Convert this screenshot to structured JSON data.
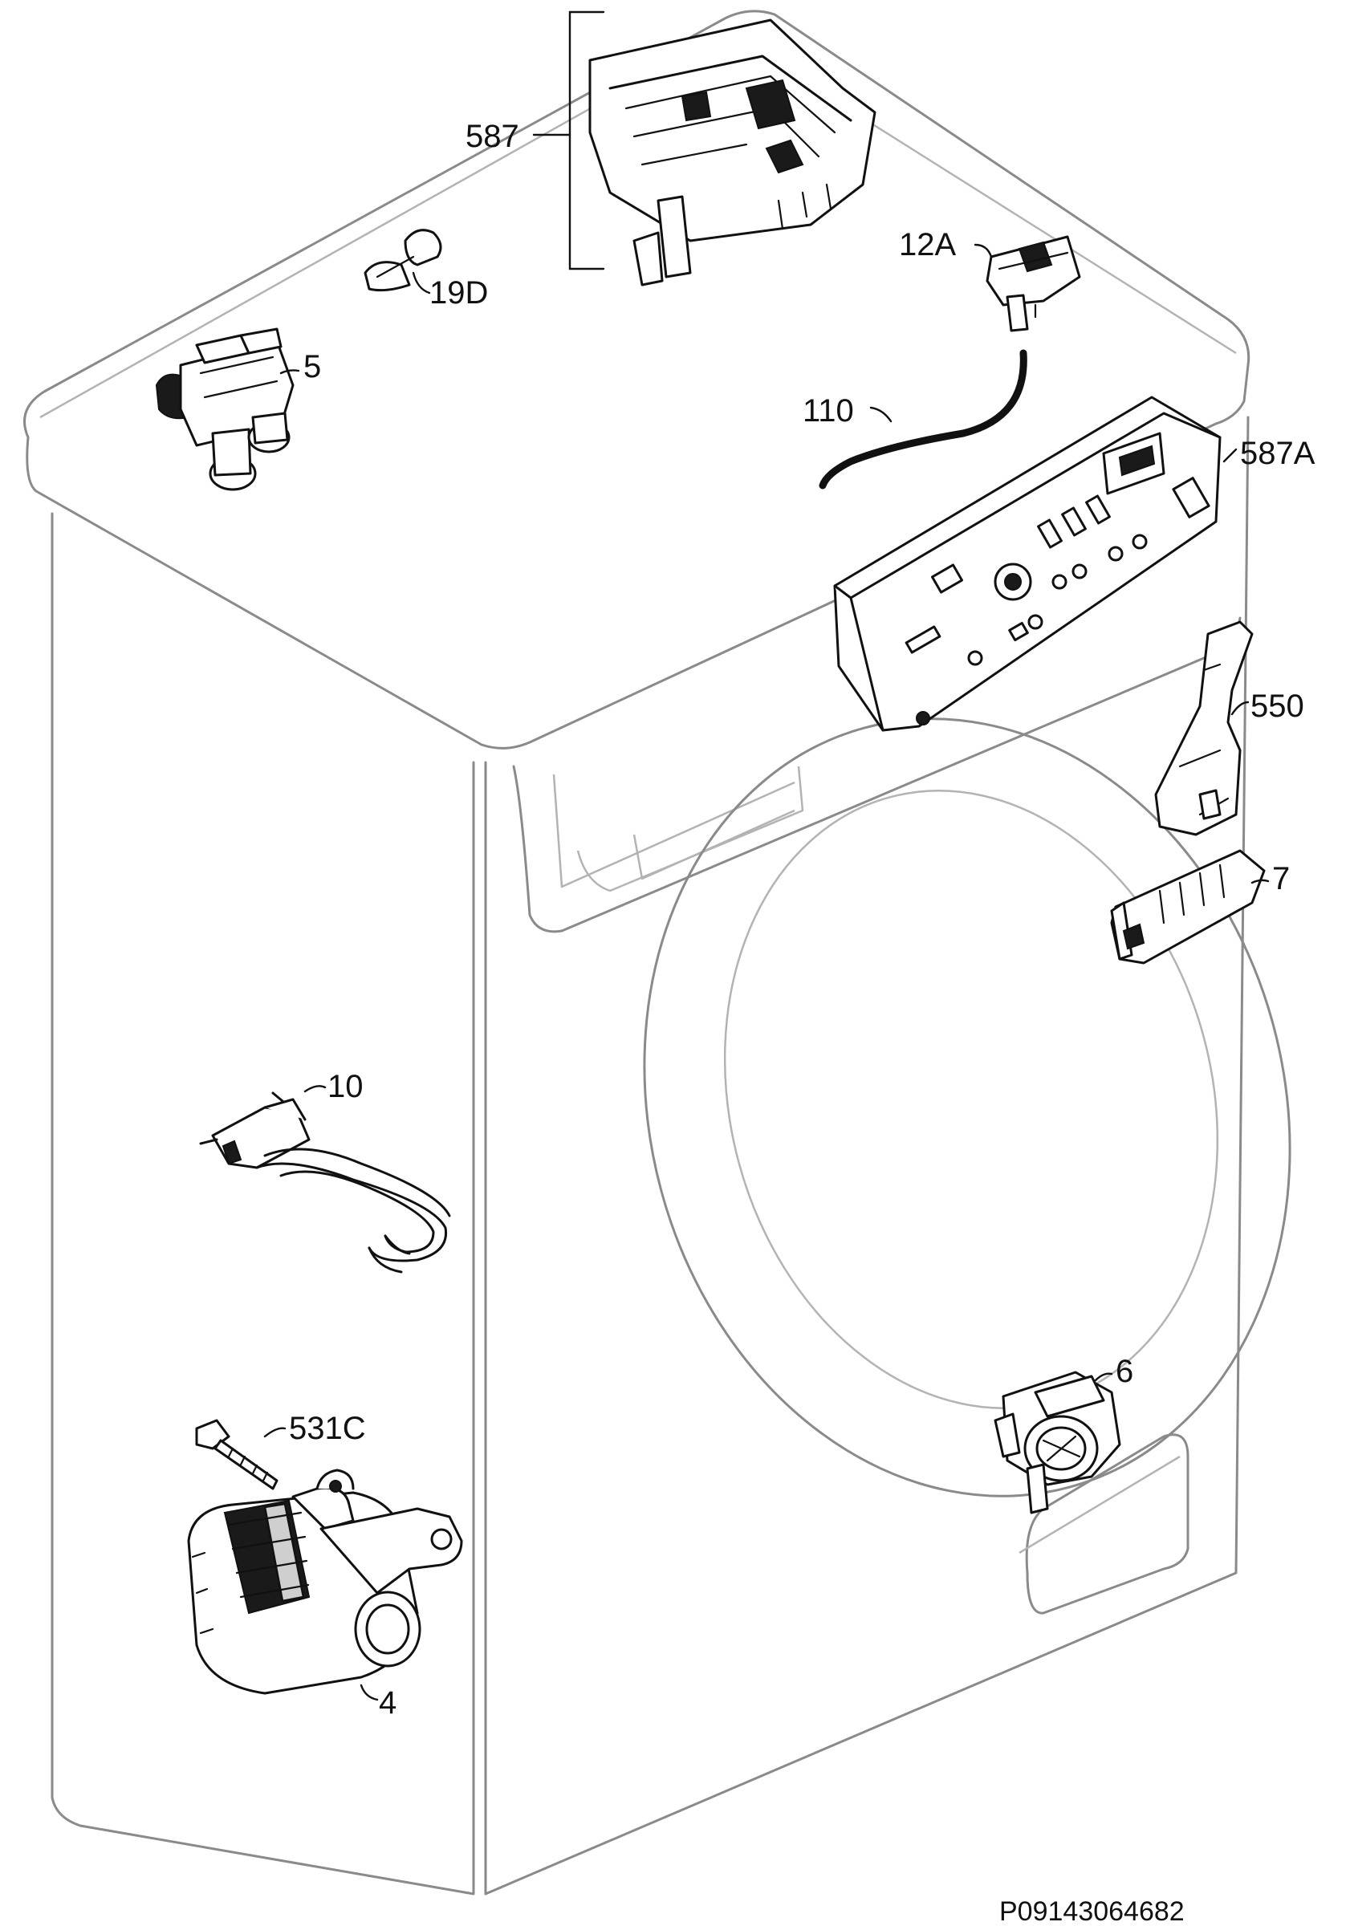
{
  "callouts": {
    "c587": "587",
    "c19d": "19D",
    "c12a": "12A",
    "c5": "5",
    "c110": "110",
    "c587a": "587A",
    "c550": "550",
    "c7": "7",
    "c10": "10",
    "c6": "6",
    "c531c": "531C",
    "c4": "4"
  },
  "reference_code": "P09143064682"
}
